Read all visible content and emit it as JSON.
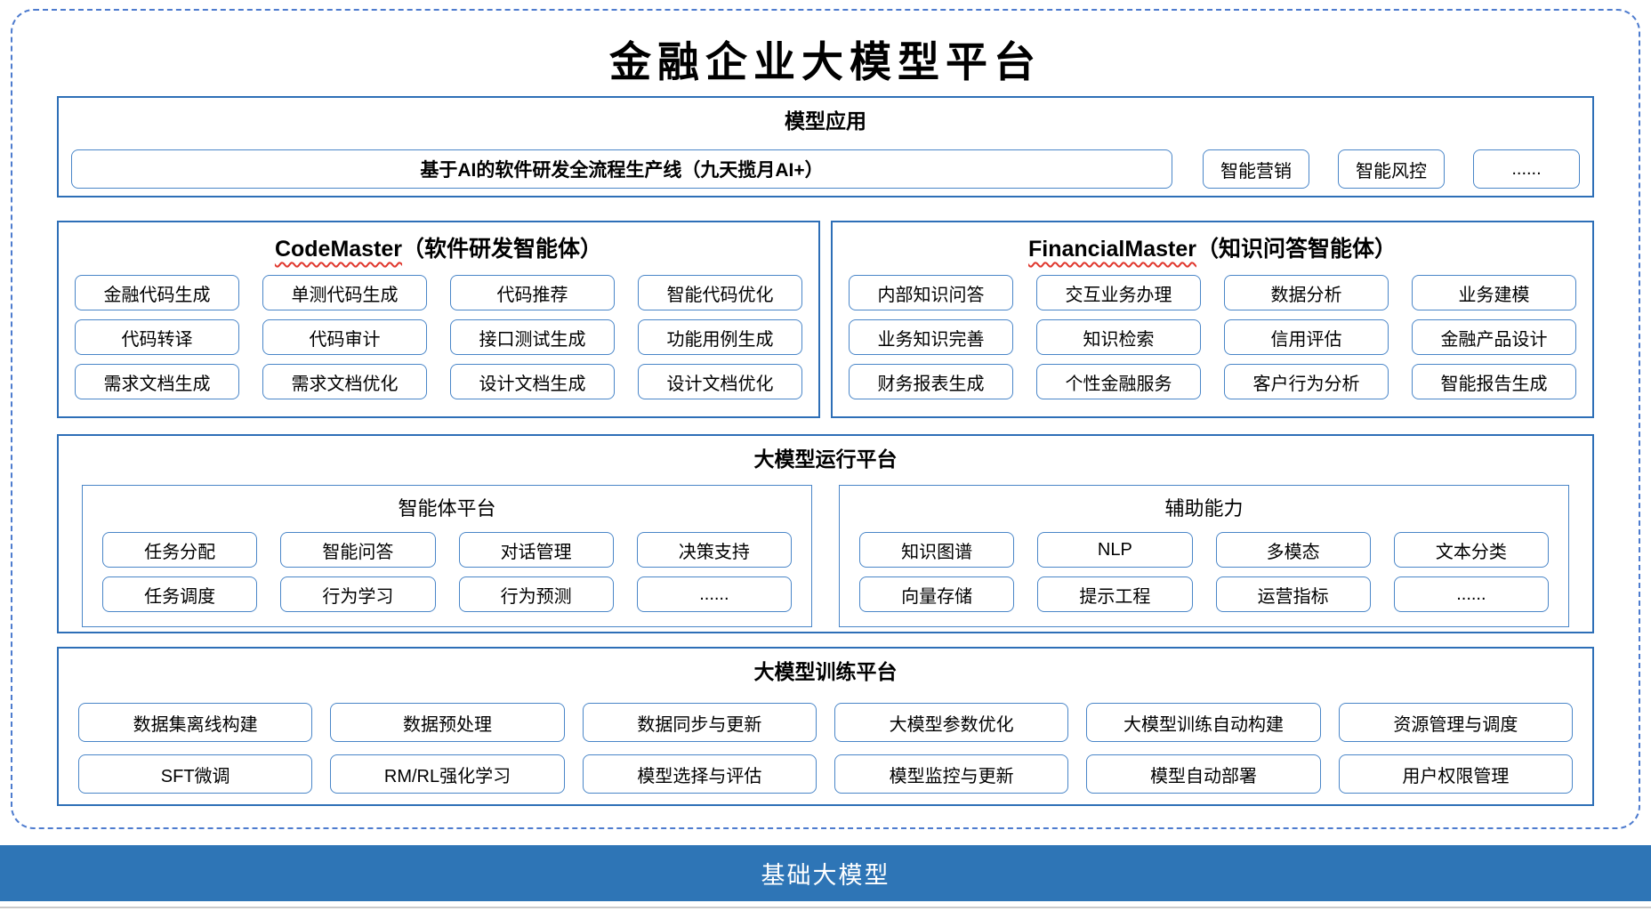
{
  "title": "金融企业大模型平台",
  "model_apps": {
    "header": "模型应用",
    "main_item": "基于AI的软件研发全流程生产线（九天揽月AI+）",
    "items": [
      "智能营销",
      "智能风控",
      "......"
    ]
  },
  "code_master": {
    "title_en": "CodeMaster",
    "title_zh": "（软件研发智能体）",
    "items": [
      "金融代码生成",
      "单测代码生成",
      "代码推荐",
      "智能代码优化",
      "代码转译",
      "代码审计",
      "接口测试生成",
      "功能用例生成",
      "需求文档生成",
      "需求文档优化",
      "设计文档生成",
      "设计文档优化"
    ]
  },
  "financial_master": {
    "title_en": "FinancialMaster",
    "title_zh": "（知识问答智能体）",
    "items": [
      "内部知识问答",
      "交互业务办理",
      "数据分析",
      "业务建模",
      "业务知识完善",
      "知识检索",
      "信用评估",
      "金融产品设计",
      "财务报表生成",
      "个性金融服务",
      "客户行为分析",
      "智能报告生成"
    ]
  },
  "runtime_platform": {
    "header": "大模型运行平台",
    "agent_platform": {
      "title": "智能体平台",
      "items": [
        "任务分配",
        "智能问答",
        "对话管理",
        "决策支持",
        "任务调度",
        "行为学习",
        "行为预测",
        "......"
      ]
    },
    "aux_capabilities": {
      "title": "辅助能力",
      "items": [
        "知识图谱",
        "NLP",
        "多模态",
        "文本分类",
        "向量存储",
        "提示工程",
        "运营指标",
        "......"
      ]
    }
  },
  "training_platform": {
    "header": "大模型训练平台",
    "items": [
      "数据集离线构建",
      "数据预处理",
      "数据同步与更新",
      "大模型参数优化",
      "大模型训练自动构建",
      "资源管理与调度",
      "SFT微调",
      "RM/RL强化学习",
      "模型选择与评估",
      "模型监控与更新",
      "模型自动部署",
      "用户权限管理"
    ]
  },
  "base_model_bar": {
    "label": "基础大模型"
  },
  "colors": {
    "section_border": "#2E6FB7",
    "box_border": "#4A86C8",
    "dashed_frame": "#4D7BCE",
    "wavy_underline": "#E0382E",
    "base_bar_bg": "#2E75B6",
    "base_bar_text": "#FFFFFF"
  }
}
